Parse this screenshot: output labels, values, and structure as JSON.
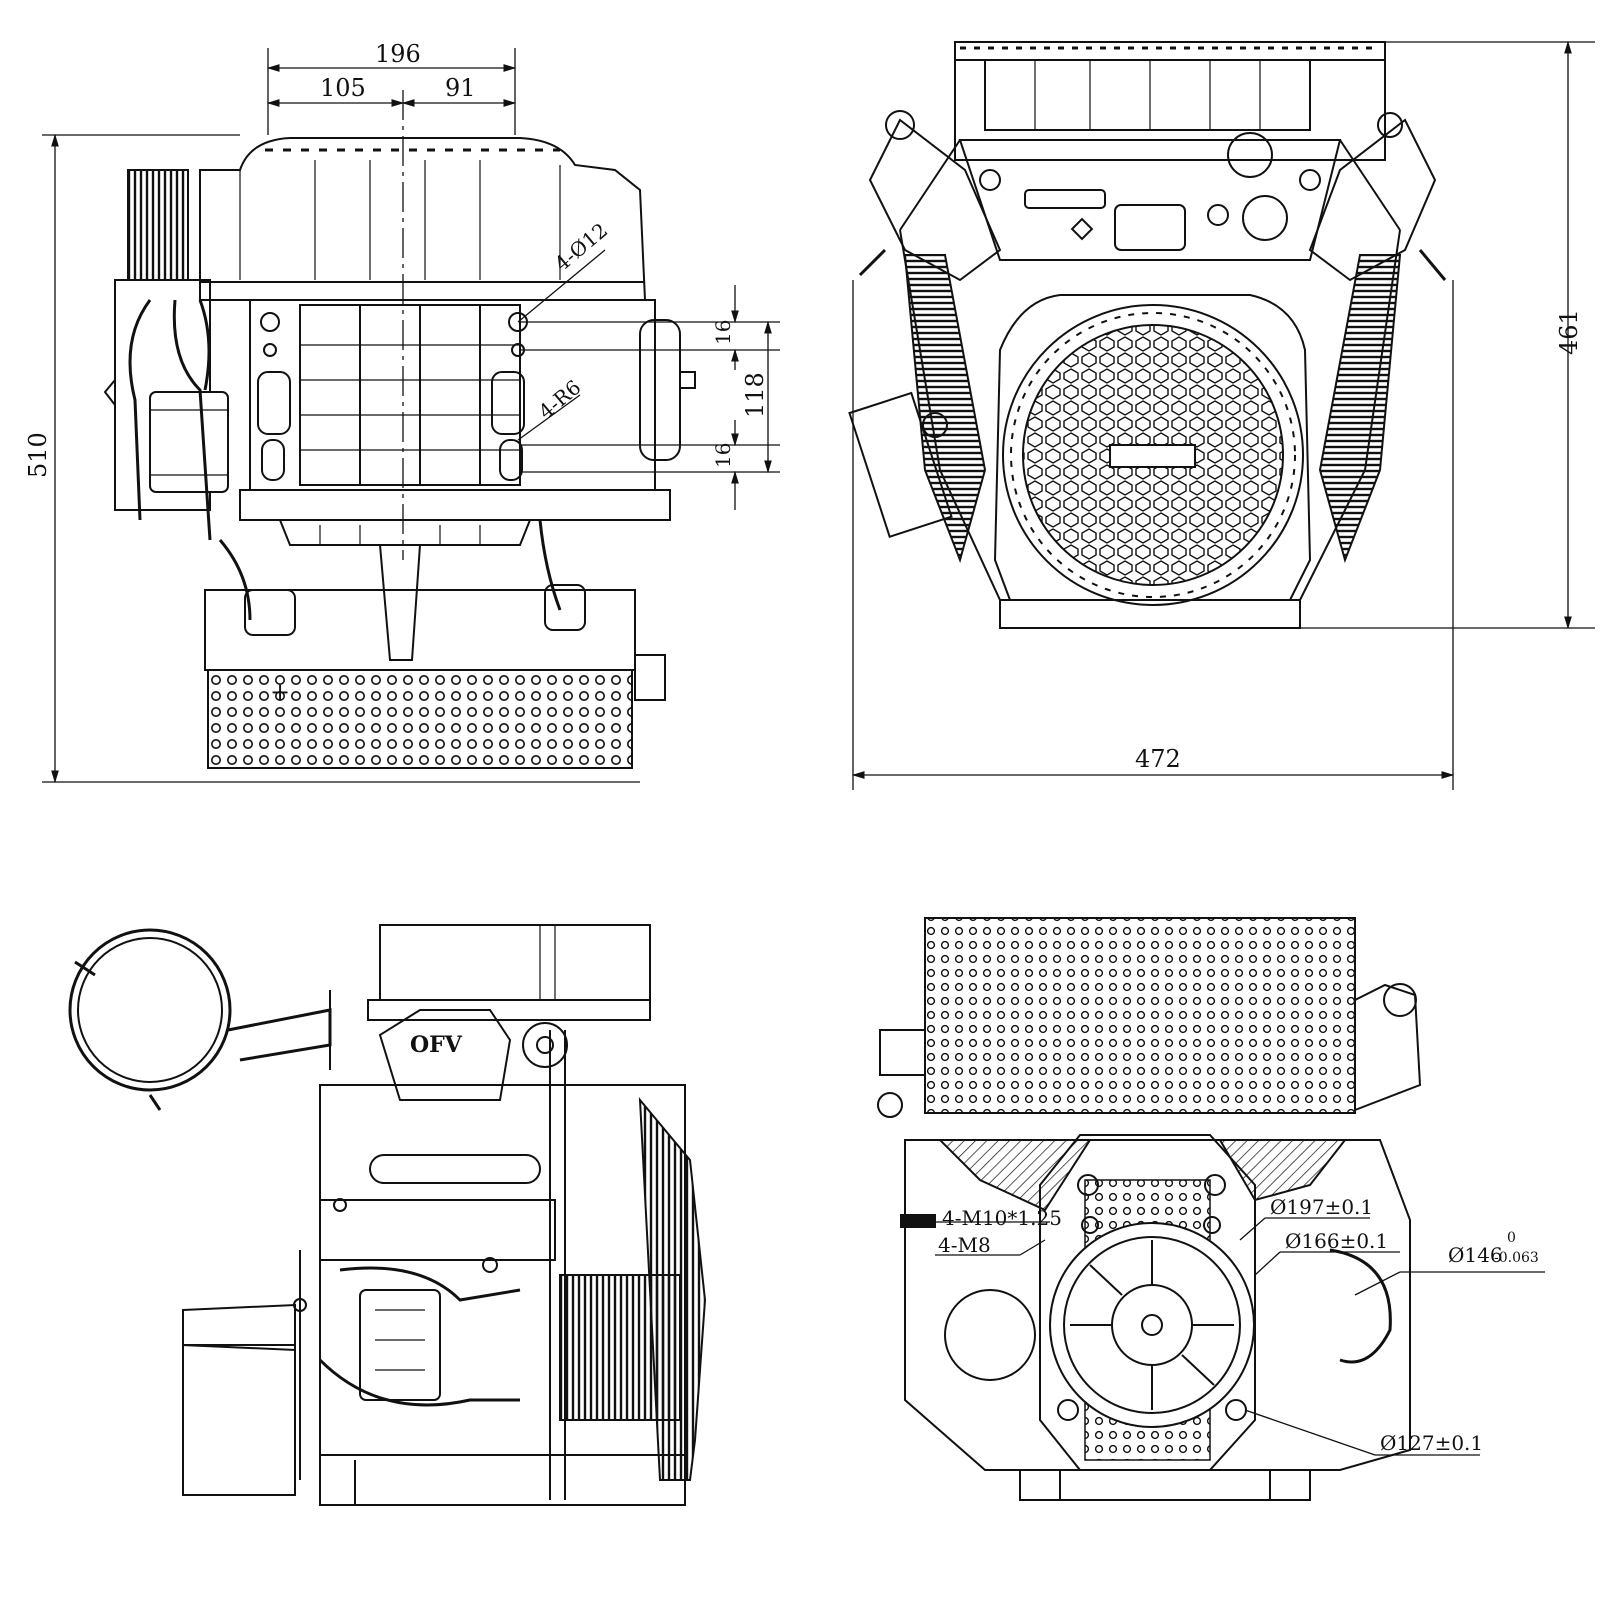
{
  "drawing": {
    "front_view": {
      "dim_total_width": "196",
      "dim_left": "105",
      "dim_right": "91",
      "dim_hole_note": "4-Ø12",
      "dim_radius_note": "4-R6",
      "dim_top_gap": "16",
      "dim_mid": "118",
      "dim_bottom_gap": "16",
      "dim_height": "510"
    },
    "side_view": {
      "dim_height": "461",
      "dim_width": "472"
    },
    "top_view": {
      "logo_text": "OFV"
    },
    "bottom_view": {
      "note_thread_1": "4-M10*1.25",
      "note_thread_2": "4-M8",
      "note_dia_197": "Ø197±0.1",
      "note_dia_166": "Ø166±0.1",
      "note_dia_146": "Ø146",
      "note_dia_146_tol_upper": "0",
      "note_dia_146_tol_lower": "-0.063",
      "note_dia_127": "Ø127±0.1"
    }
  }
}
